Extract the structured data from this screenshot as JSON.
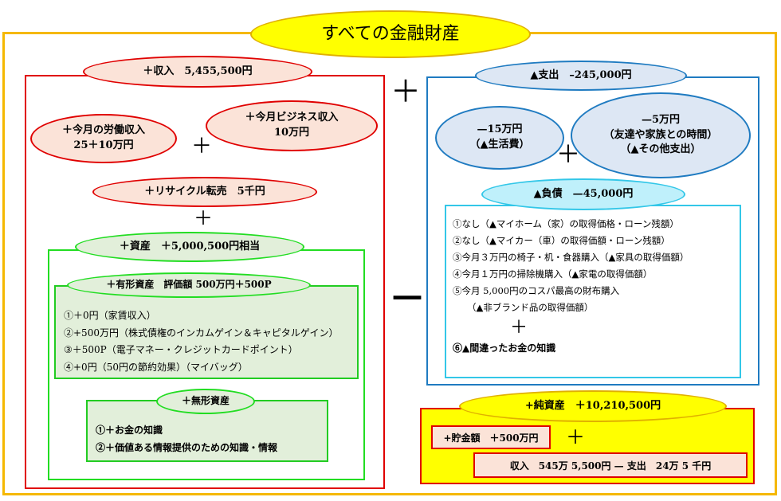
{
  "title": "すべての金融財産",
  "income": {
    "header": "＋収入　5,455,500円",
    "labor": [
      "＋今月の労働収入",
      "25＋10万円"
    ],
    "business": [
      "＋今月ビジネス収入",
      "10万円"
    ],
    "recycle": "＋リサイクル転売　5千円",
    "assets": {
      "header": "＋資産　＋5,000,500円相当",
      "tangible": {
        "header": "＋有形資産　評価額 500万円＋500P",
        "items": [
          "①＋0円（家賃収入）",
          "②+500万円（株式債権のインカムゲイン＆キャピタルゲイン）",
          "③＋500P（電子マネー・クレジットカードポイント）",
          "④+0円（50円の節約効果）（マイバッグ）"
        ]
      },
      "intangible": {
        "header": "＋無形資産",
        "items": [
          "①＋お金の知識",
          "②＋価値ある情報提供のための知識・情報"
        ]
      }
    }
  },
  "operators": {
    "plus": "＋",
    "minus": "－"
  },
  "expense": {
    "header": "▲支出　–245,000円",
    "living": [
      "—15万円",
      "（▲生活費）"
    ],
    "other": [
      "—5万円",
      "（友達や家族との時間）",
      "（▲その他支出）"
    ],
    "liability": {
      "header": "▲負債　—45,000円",
      "items": [
        "①なし（▲マイホーム（家）の取得価格・ローン残額）",
        "②なし（▲マイカー（車）の取得価額・ローン残額）",
        "③今月３万円の椅子・机・食器購入（▲家具の取得価額）",
        "④今月１万円の掃除機購入（▲家電の取得価額）",
        "⑤今月 5,000円のコスパ最高の財布購入",
        "（▲非ブランド品の取得価額）"
      ],
      "plus": "＋",
      "last": "⑥▲間違ったお金の知識"
    }
  },
  "net": {
    "header": "+純資産　＋10,210,500円",
    "savings": "+貯金額　＋500万円",
    "formula": "収入　545万 5,500円 — 支出　24万 5 千円"
  }
}
